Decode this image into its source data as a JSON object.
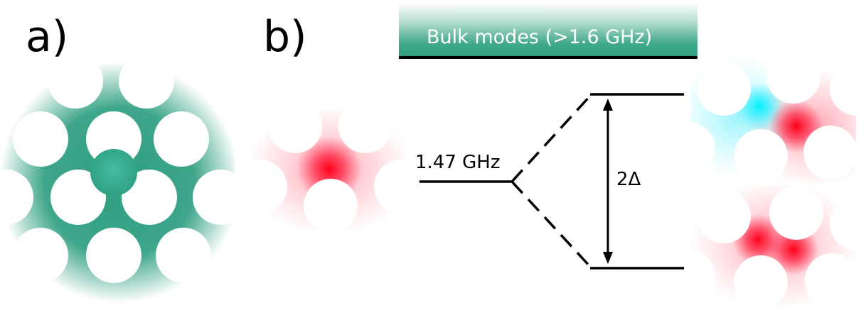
{
  "panels": {
    "a_label": "a)",
    "b_label": "b)"
  },
  "bulk_band": {
    "label": "Bulk modes (>1.6 GHz)"
  },
  "levels": {
    "single_frequency": "1.47 GHz",
    "splitting": "2Δ"
  },
  "colors": {
    "teal": "#2e9e80",
    "mode_red": "#ff0018",
    "mode_cyan": "#00f0ff",
    "line": "#000000"
  }
}
